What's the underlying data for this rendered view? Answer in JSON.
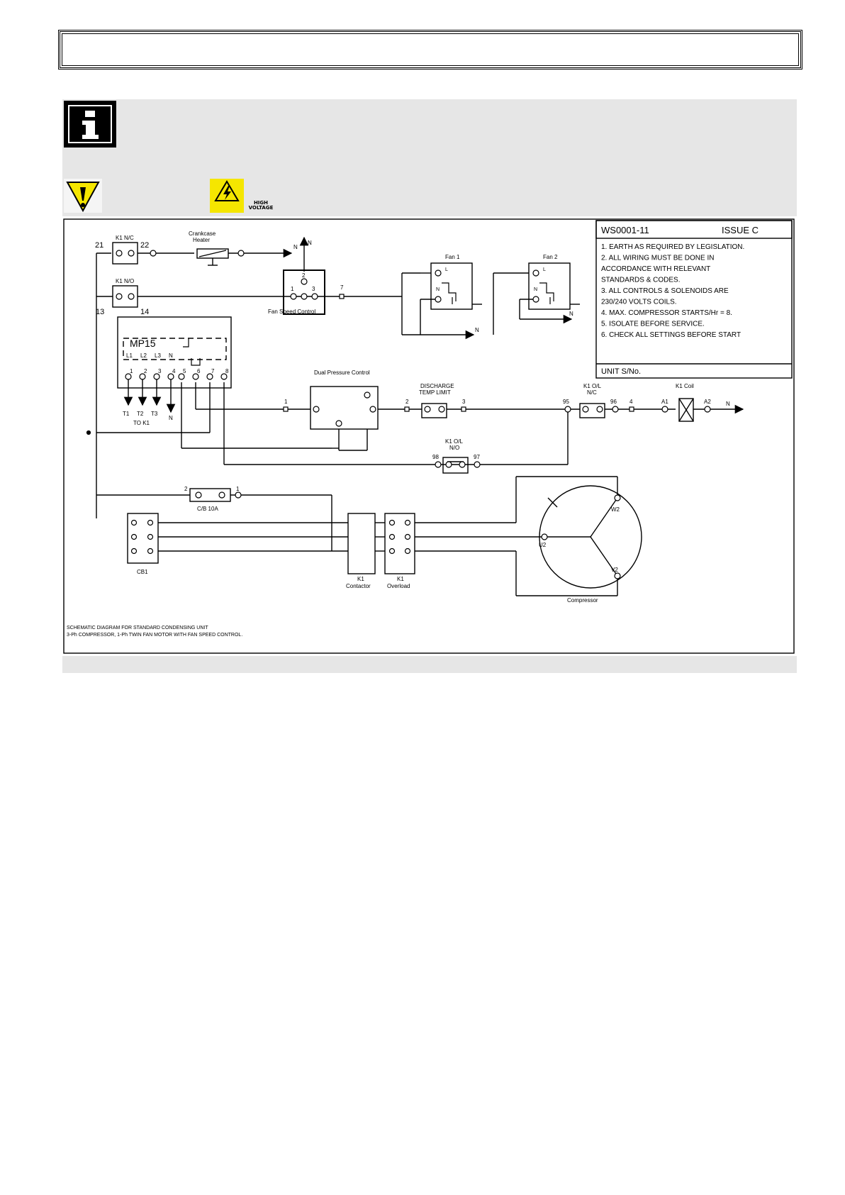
{
  "icons": {
    "info": "information-icon",
    "warning": "warning-triangle-icon",
    "high_voltage": "high-voltage-icon",
    "high_voltage_label": "HIGH\nVOLTAGE",
    "hv_color": "#f5e600",
    "warn_color": "#f5e600"
  },
  "drawing": {
    "number": "WS0001-11",
    "issue": "ISSUE C",
    "notes": [
      "1.  EARTH AS REQUIRED BY LEGISLATION.",
      "2.  ALL WIRING MUST BE DONE IN",
      "     ACCORDANCE WITH RELEVANT",
      "     STANDARDS & CODES.",
      "3.  ALL CONTROLS & SOLENOIDS ARE",
      "     230/240 VOLTS COILS.",
      "4.  MAX. COMPRESSOR STARTS/Hr = 8.",
      "5.  ISOLATE BEFORE SERVICE.",
      "6.  CHECK ALL SETTINGS BEFORE START"
    ],
    "unit_sn": "UNIT S/No.",
    "caption_line1": "SCHEMATIC DIAGRAM FOR STANDARD CONDENSING UNIT",
    "caption_line2": "3-Ph COMPRESSOR, 1-Ph TWIN FAN MOTOR WITH FAN SPEED CONTROL."
  },
  "labels": {
    "k1_nc": "K1 N/C",
    "k1_no": "K1 N/O",
    "t21": "21",
    "t22": "22",
    "t13": "13",
    "t14": "14",
    "crankcase": "Crankcase",
    "heater": "Heater",
    "n": "N",
    "fan_speed_control": "Fan Speed Control",
    "fsc_1": "1",
    "fsc_2": "2",
    "fsc_3": "3",
    "term_7": "7",
    "fan1": "Fan 1",
    "fan2": "Fan 2",
    "fan_l": "L",
    "fan_n": "N",
    "mp15": "MP15",
    "mp_l1": "L1",
    "mp_l2": "L2",
    "mp_l3": "L3",
    "mp_n": "N",
    "mp_1": "1",
    "mp_2": "2",
    "mp_3": "3",
    "mp_4": "4",
    "mp_5": "5",
    "mp_6": "6",
    "mp_7": "7",
    "mp_8": "8",
    "t1": "T1",
    "t2": "T2",
    "t3": "T3",
    "to_k1": "TO K1",
    "dual_pressure": "Dual Pressure Control",
    "dp_1": "1",
    "dp_2": "2",
    "discharge": "DISCHARGE",
    "temp_limit": "TEMP LIMIT",
    "dt_3": "3",
    "k1_ol_nc_1": "K1 O/L",
    "k1_ol_nc_2": "N/C",
    "t95": "95",
    "t96": "96",
    "t4": "4",
    "k1_coil": "K1 Coil",
    "a1": "A1",
    "a2": "A2",
    "k1_ol_no_1": "K1 O/L",
    "k1_ol_no_2": "N/O",
    "t98": "98",
    "t97": "97",
    "cb_2": "2",
    "cb_1": "1",
    "cb_10a": "C/B 10A",
    "cb1": "CB1",
    "k1": "K1",
    "contactor": "Contactor",
    "overload": "Overload",
    "u2": "U2",
    "w2": "W2",
    "v2": "V2",
    "compressor": "Compressor"
  }
}
